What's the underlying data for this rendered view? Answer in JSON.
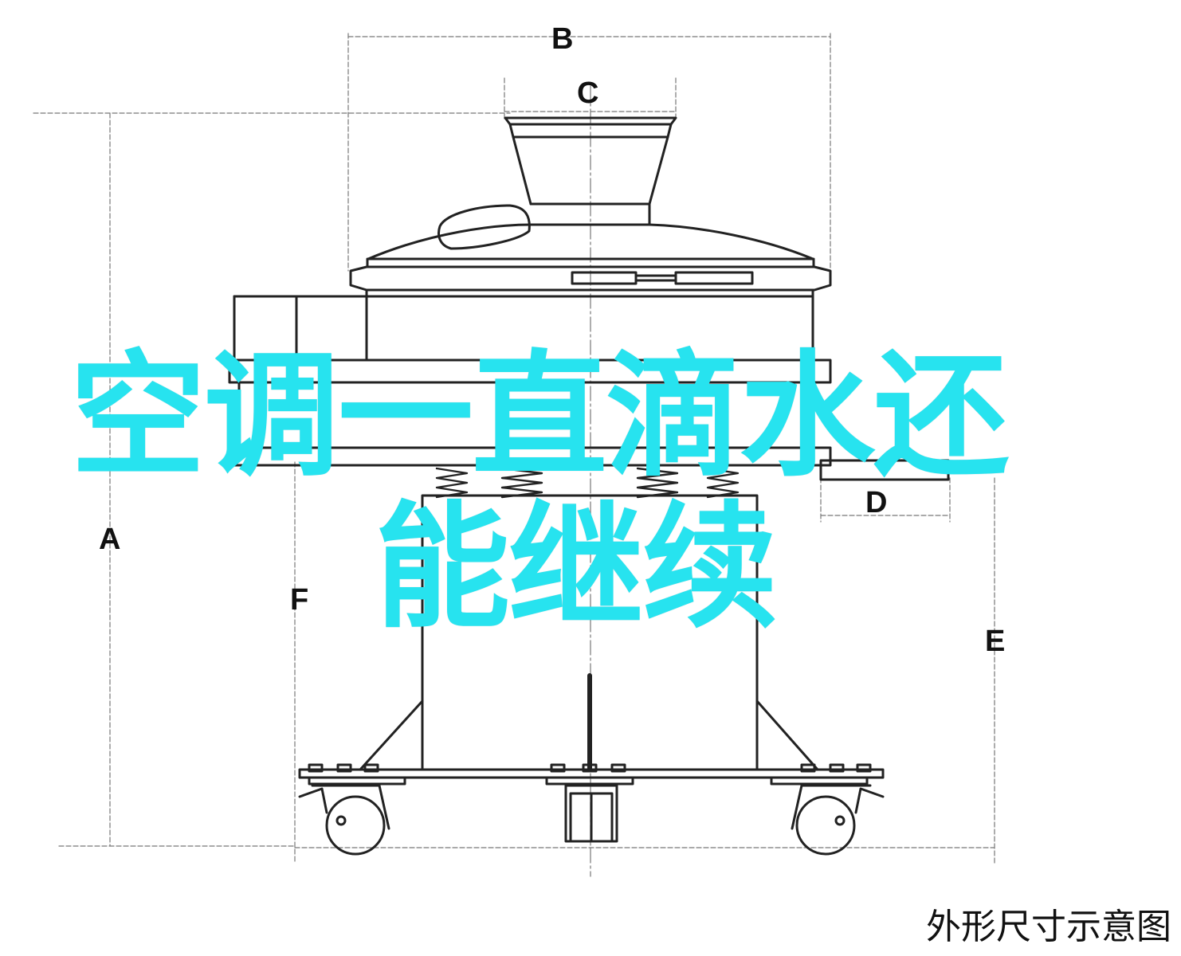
{
  "dimension_labels": {
    "a": "A",
    "b": "B",
    "c": "C",
    "d": "D",
    "e": "E",
    "f": "F"
  },
  "overlay": {
    "line1": "空调一直滴水还",
    "line2": "能继续",
    "color": "#27e3ef"
  },
  "caption": "外形尺寸示意图",
  "colors": {
    "line": "#222222",
    "dimension_line": "#666666",
    "background": "#ffffff"
  },
  "icons": {
    "caster": "caster-wheel-icon",
    "spring": "spring-coil-icon"
  }
}
